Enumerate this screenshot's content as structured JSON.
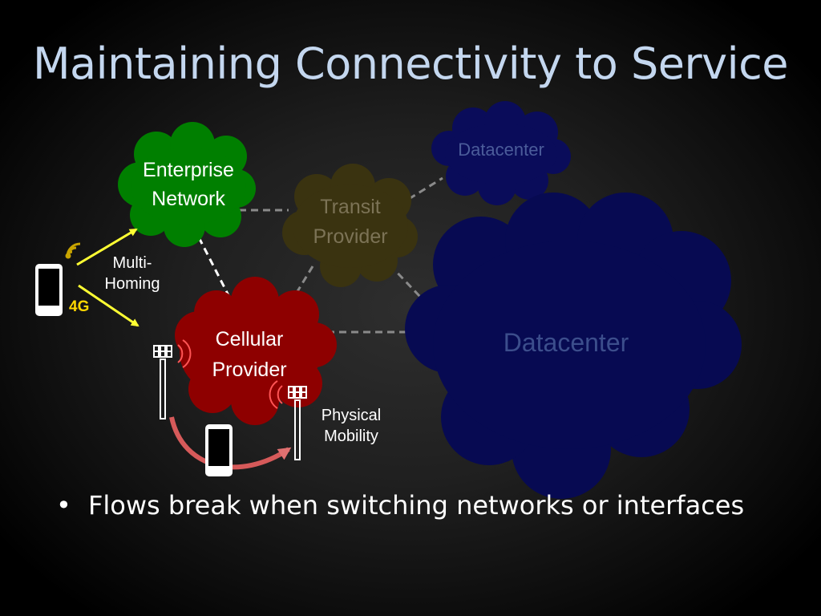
{
  "title": "Maintaining Connectivity to Service",
  "clouds": {
    "enterprise": {
      "line1": "Enterprise",
      "line2": "Network",
      "fill": "#007f00"
    },
    "transit": {
      "line1": "Transit",
      "line2": "Provider",
      "fill": "#3a3310"
    },
    "cellular": {
      "line1": "Cellular",
      "line2": "Provider",
      "fill": "#8e0000"
    },
    "datacenter_small": {
      "label": "Datacenter",
      "fill": "#0a0c5a"
    },
    "datacenter_large": {
      "label": "Datacenter",
      "fill": "#070a52"
    }
  },
  "labels": {
    "multihoming_1": "Multi-",
    "multihoming_2": "Homing",
    "four_g": "4G",
    "physical_1": "Physical",
    "physical_2": "Mobility"
  },
  "colors": {
    "arrow": "#ffff33",
    "mobility_arrow": "#d65a5a",
    "link": "#8a8a8a",
    "four_g": "#ffd700",
    "wifi": "#c8a400"
  },
  "bullets": [
    "Flows break when switching networks or interfaces"
  ]
}
